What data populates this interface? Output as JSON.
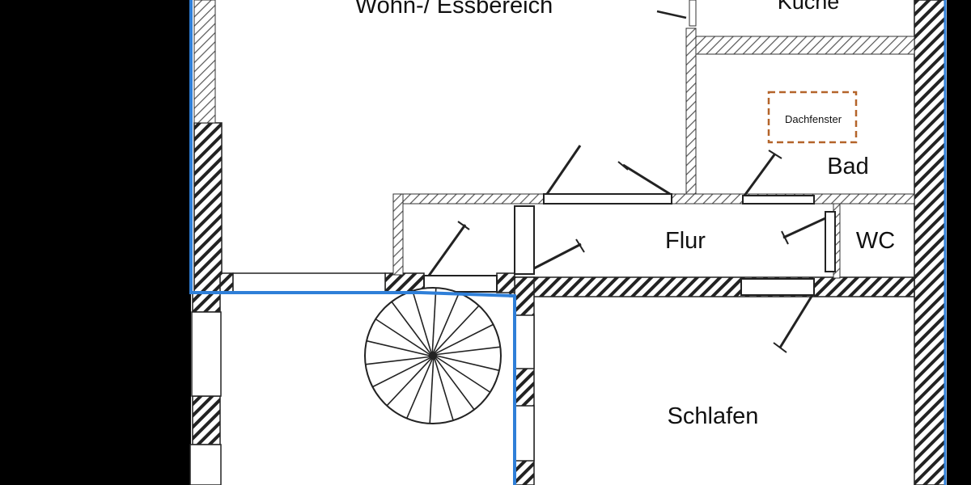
{
  "rooms": {
    "living": "Wohn-/ Essbereich",
    "kitchen": "Küche",
    "bath": "Bad",
    "hallway": "Flur",
    "wc": "WC",
    "bedroom": "Schlafen"
  },
  "annotations": {
    "skylight": "Dachfenster"
  },
  "colors": {
    "background": "#000000",
    "paper": "#ffffff",
    "wall": "#222222",
    "outline": "#2f7fd8",
    "skylight": "#b4642a"
  }
}
